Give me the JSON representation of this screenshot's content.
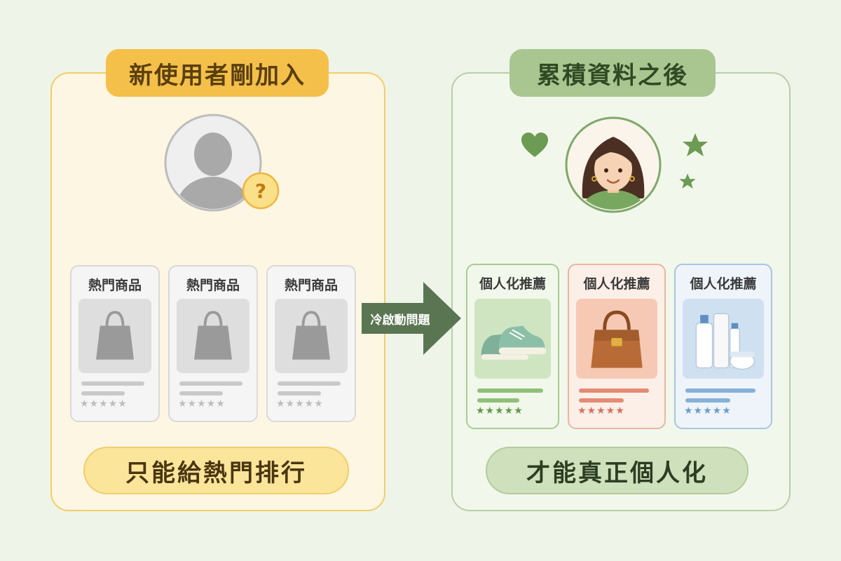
{
  "left_section": {
    "title": "新使用者剛加入",
    "cards": [
      {
        "label": "熱門商品"
      },
      {
        "label": "熱門商品"
      },
      {
        "label": "熱門商品"
      }
    ],
    "bottom_label": "只能給熱門排行"
  },
  "transition": {
    "label": "冷啟動問題"
  },
  "right_section": {
    "title": "累積資料之後",
    "cards": [
      {
        "label": "個人化推薦"
      },
      {
        "label": "個人化推薦"
      },
      {
        "label": "個人化推薦"
      }
    ],
    "bottom_label": "才能真正個人化"
  },
  "icons": {
    "unknown_user": "question-mark",
    "new_user": "user-silhouette-icon",
    "known_user": "woman-avatar-icon",
    "decorations": [
      "heart-icon",
      "star-icon",
      "star-icon"
    ],
    "products": [
      "shopping-bag-icon",
      "sneakers-icon",
      "handbag-icon",
      "cosmetics-icon"
    ]
  },
  "colors": {
    "left_accent": "#f4c04a",
    "right_accent": "#a9c690",
    "arrow": "#5a7552",
    "card_green": "#7fb46a",
    "card_orange": "#e07f6e",
    "card_blue": "#6e9cc8"
  }
}
